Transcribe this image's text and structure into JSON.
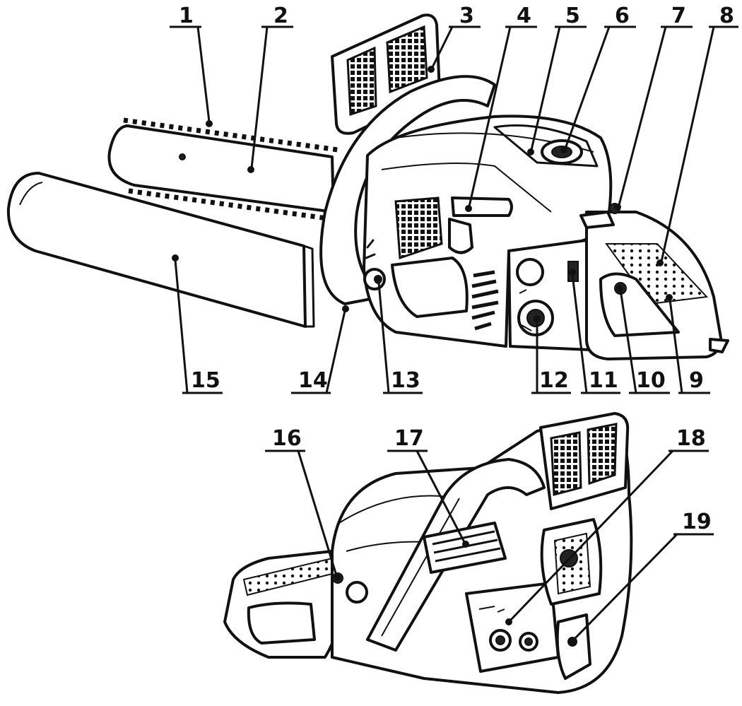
{
  "diagram": {
    "callouts": [
      {
        "id": "1",
        "label": "1"
      },
      {
        "id": "2",
        "label": "2"
      },
      {
        "id": "3",
        "label": "3"
      },
      {
        "id": "4",
        "label": "4"
      },
      {
        "id": "5",
        "label": "5"
      },
      {
        "id": "6",
        "label": "6"
      },
      {
        "id": "7",
        "label": "7"
      },
      {
        "id": "8",
        "label": "8"
      },
      {
        "id": "9",
        "label": "9"
      },
      {
        "id": "10",
        "label": "10"
      },
      {
        "id": "11",
        "label": "11"
      },
      {
        "id": "12",
        "label": "12"
      },
      {
        "id": "13",
        "label": "13"
      },
      {
        "id": "14",
        "label": "14"
      },
      {
        "id": "15",
        "label": "15"
      },
      {
        "id": "16",
        "label": "16"
      },
      {
        "id": "17",
        "label": "17"
      },
      {
        "id": "18",
        "label": "18"
      },
      {
        "id": "19",
        "label": "19"
      }
    ]
  }
}
